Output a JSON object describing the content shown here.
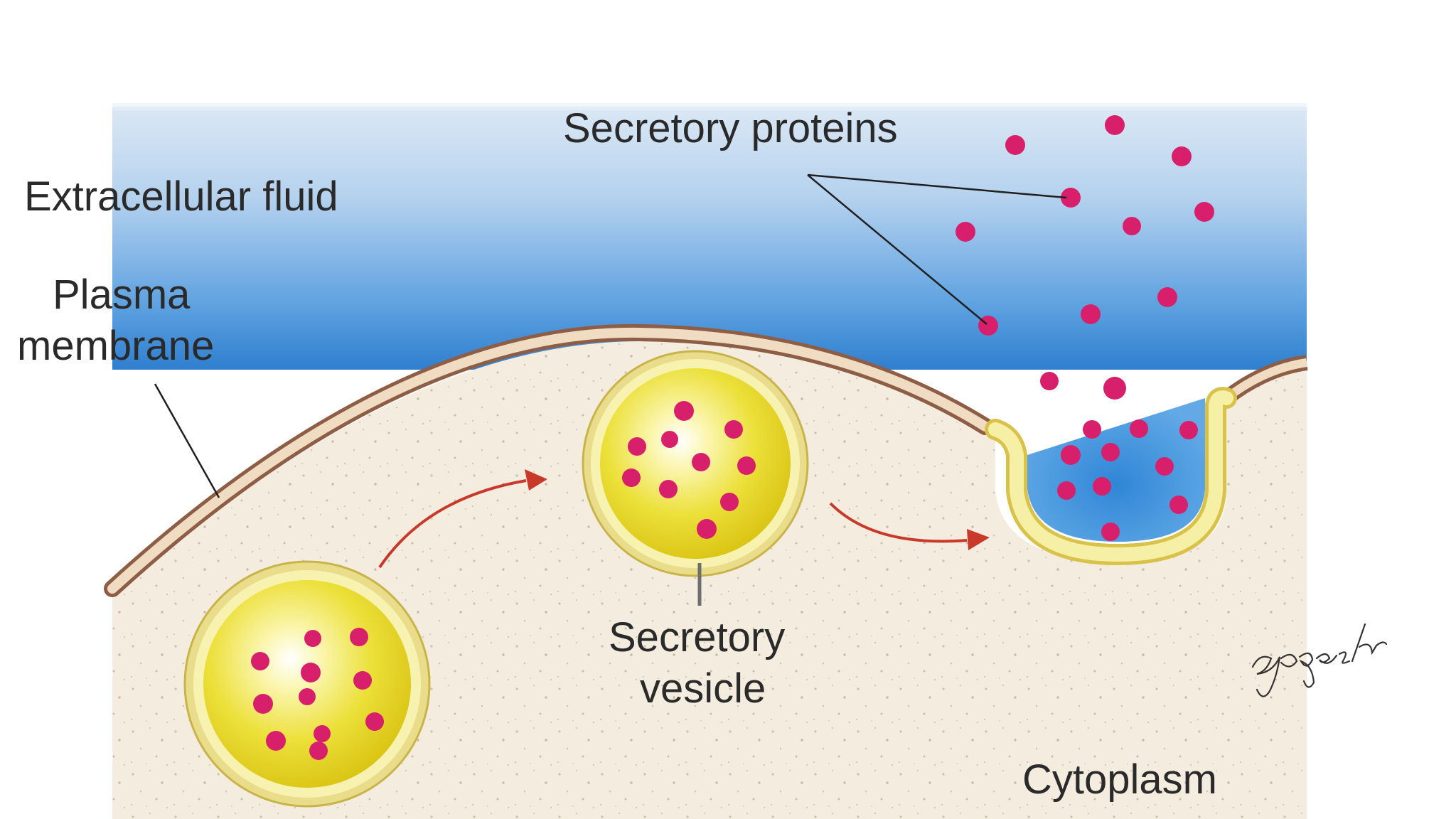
{
  "labels": {
    "secretory_proteins": "Secretory proteins",
    "extracellular_fluid": "Extracellular fluid",
    "plasma_membrane_line1": "Plasma",
    "plasma_membrane_line2": "membrane",
    "secretory_vesicle_line1": "Secretory",
    "secretory_vesicle_line2": "vesicle",
    "cytoplasm": "Cytoplasm"
  },
  "signature": "yogesh",
  "colors": {
    "extracellular_top": "#cfe0f2",
    "extracellular_bottom": "#3f8fd6",
    "cytoplasm": "#f5ede2",
    "membrane_fill": "#efd9bd",
    "membrane_outline": "#9b6a4e",
    "vesicle_rim": "#f5eea0",
    "vesicle_core": "#e7d51a",
    "protein": "#d6216c",
    "arrow": "#c63a2a"
  }
}
